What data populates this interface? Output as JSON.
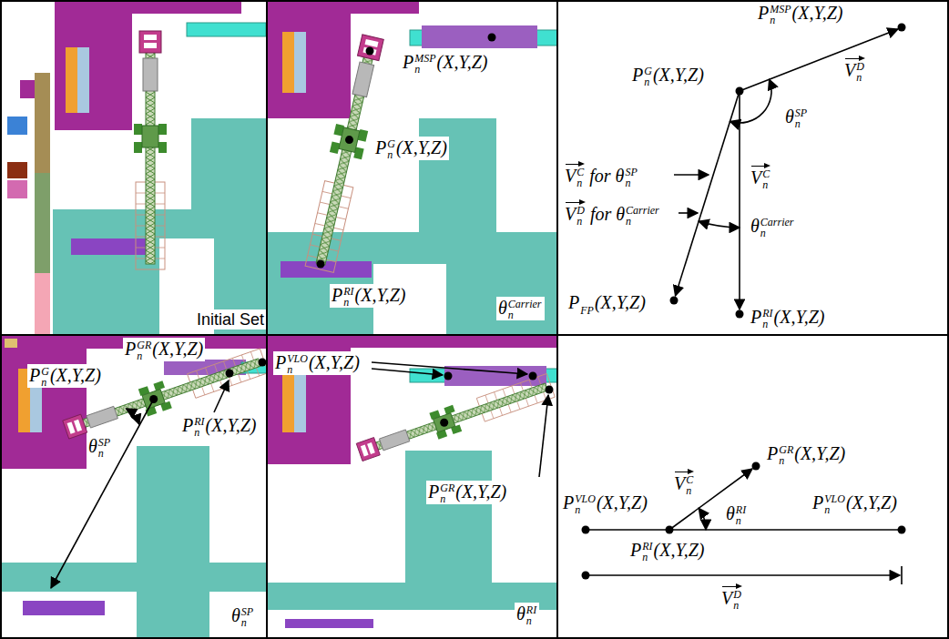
{
  "diagram": {
    "labels": [
      "Initial Set",
      "PnMSP(X,Y,Z)",
      "PnG(X,Y,Z)",
      "PnRI(X,Y,Z)",
      "θnCarrier",
      "PnMSP(X,Y,Z)",
      "PnG(X,Y,Z)",
      "VnD",
      "θnSP",
      "VnC for θnSP",
      "VnD for θnCarrier",
      "VnC",
      "θnCarrier",
      "PFP(X,Y,Z)",
      "PnRI(X,Y,Z)",
      "PnGR(X,Y,Z)",
      "PnG(X,Y,Z)",
      "PnRI(X,Y,Z)",
      "θnSP",
      "θnSP",
      "PnVLO(X,Y,Z)",
      "PnGR(X,Y,Z)",
      "θnRI",
      "VnC",
      "PnGR(X,Y,Z)",
      "PnVLO(X,Y,Z)",
      "θnRI",
      "PnVLO(X,Y,Z)",
      "PnRI(X,Y,Z)",
      "VnD"
    ]
  }
}
